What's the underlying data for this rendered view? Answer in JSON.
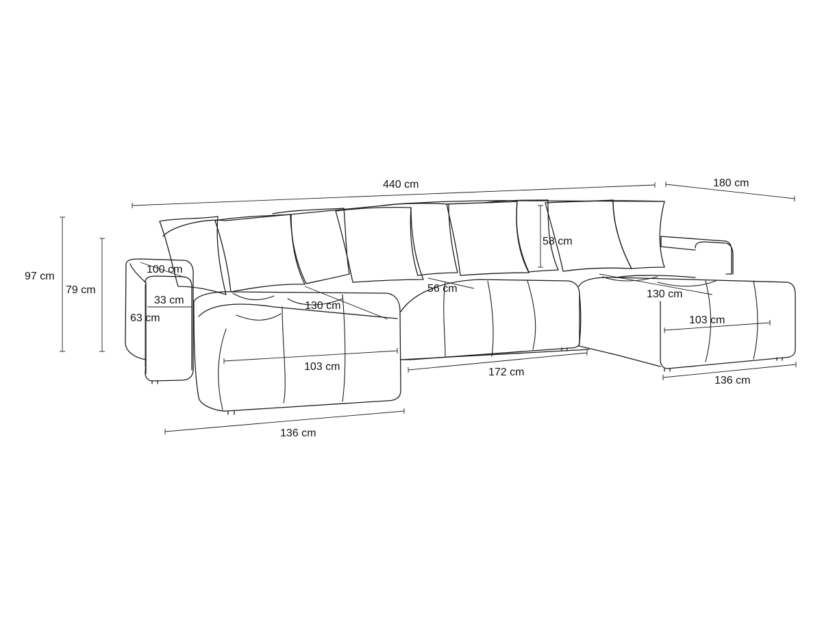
{
  "diagram": {
    "line_color": "#1a1a1a",
    "text_color": "#111111",
    "background": "#ffffff",
    "dimensions": {
      "total_width": "440 cm",
      "right_chaise_depth": "180 cm",
      "total_height": "97 cm",
      "seat_back_height": "79 cm",
      "armrest_height": "63 cm",
      "armrest_depth": "100 cm",
      "armrest_width": "33 cm",
      "left_chaise_length": "130 cm",
      "right_chaise_length": "130 cm",
      "cushion_height": "58 cm",
      "seat_depth": "56 cm",
      "left_chaise_seat_width": "103 cm",
      "right_chaise_seat_width": "103 cm",
      "middle_seat_width": "172 cm",
      "left_chaise_width": "136 cm",
      "right_chaise_width": "136 cm"
    }
  }
}
